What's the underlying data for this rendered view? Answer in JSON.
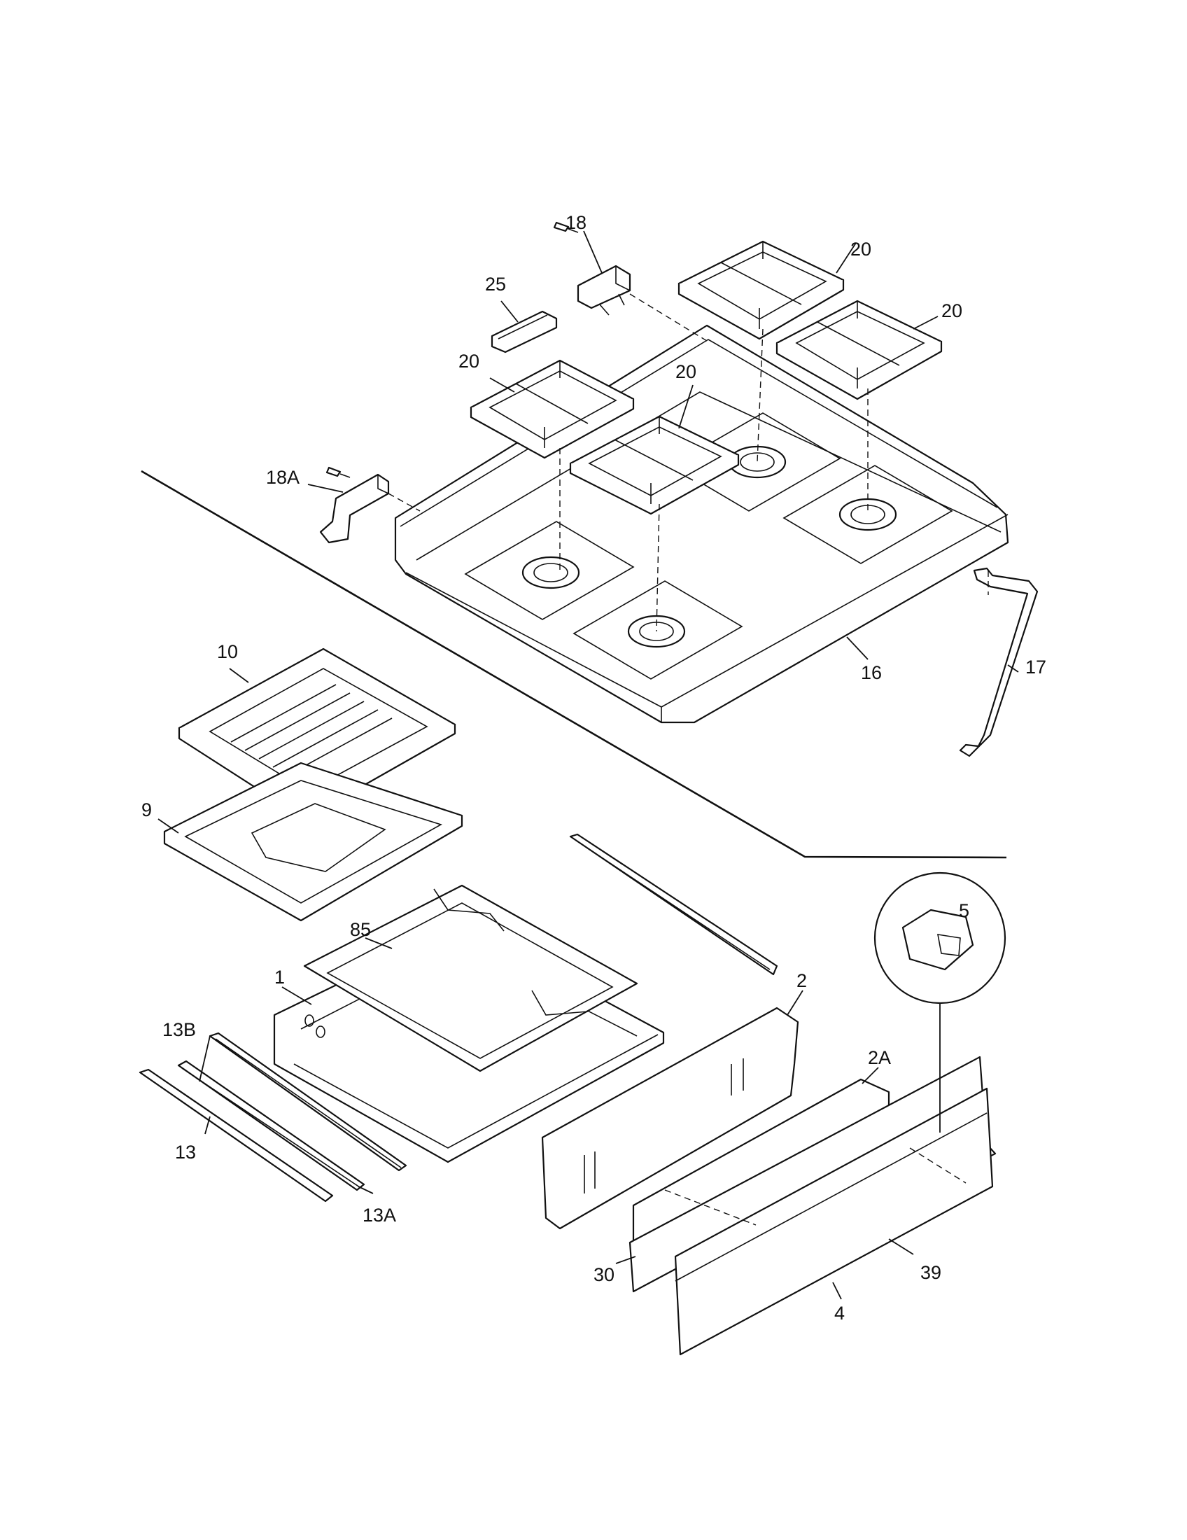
{
  "labels": {
    "l18": "18",
    "l25": "25",
    "l20a": "20",
    "l20b": "20",
    "l20c": "20",
    "l20d": "20",
    "l18A": "18A",
    "l16": "16",
    "l17": "17",
    "l10": "10",
    "l9": "9",
    "l85": "85",
    "l1": "1",
    "l2": "2",
    "l5": "5",
    "l2A": "2A",
    "l13B": "13B",
    "l13": "13",
    "l13A": "13A",
    "l30": "30",
    "l39": "39",
    "l4": "4"
  }
}
